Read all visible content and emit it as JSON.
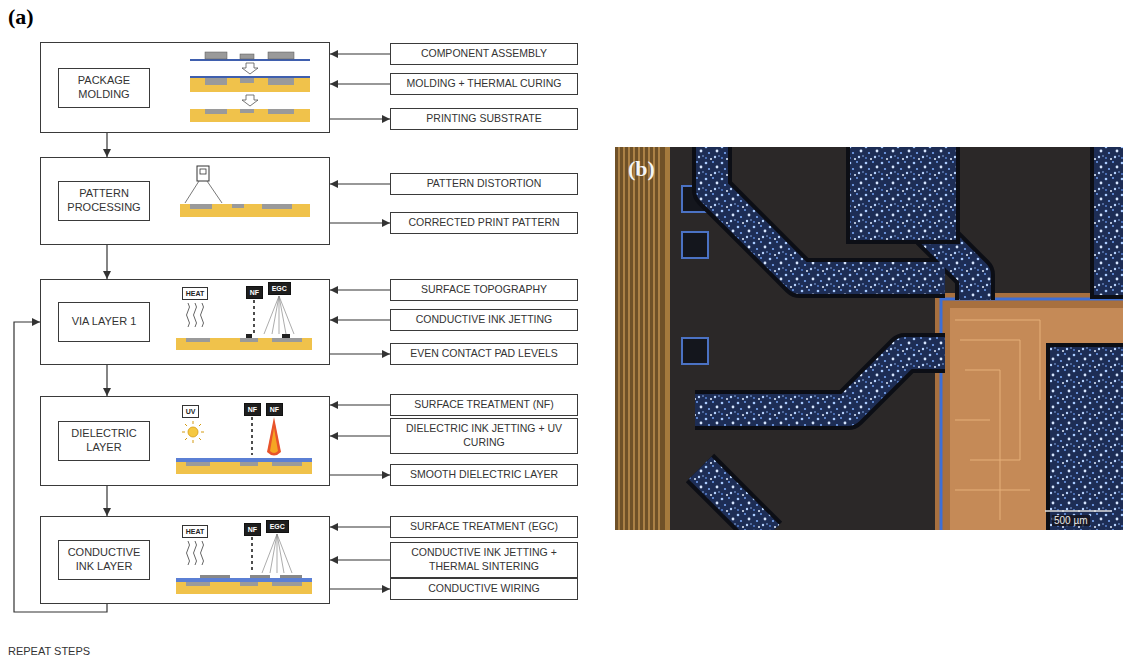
{
  "diagram": {
    "nodes": [
      {
        "text": [
          "PACKAGE MOLDING"
        ]
      },
      {
        "text": [
          "COMPONENT ASSEMBLY"
        ]
      },
      {
        "text": [
          "MOLDING + THERMAL CURING"
        ]
      },
      {
        "text": [
          "PRINTING SUBSTRATE"
        ]
      },
      {
        "text": [
          "PATTERN PROCESSING"
        ]
      },
      {
        "text": [
          "PATTERN DISTORTION"
        ]
      },
      {
        "text": [
          "CORRECTED PRINT PATTERN"
        ]
      },
      {
        "text": [
          "VIA LAYER 1"
        ]
      },
      {
        "text": [
          "HEAT"
        ],
        "in": 7
      },
      {
        "text": [
          "NF"
        ],
        "in": 7
      },
      {
        "text": [
          "EGC"
        ],
        "in": 7
      },
      {
        "text": [
          "SURFACE TOPOGRAPHY"
        ]
      },
      {
        "text": [
          "CONDUCTIVE INK JETTING"
        ]
      },
      {
        "text": [
          "EVEN CONTACT PAD LEVELS"
        ]
      },
      {
        "text": [
          "DIELECTRIC LAYER"
        ]
      },
      {
        "text": [
          "UV"
        ],
        "in": 14
      },
      {
        "text": [
          "NF"
        ],
        "in": 14
      },
      {
        "text": [
          "NF"
        ],
        "in": 14
      },
      {
        "text": [
          "SURFACE TREATMENT (NF)"
        ]
      },
      {
        "text": [
          "DIELECTRIC INK JETTING + UV CURING"
        ]
      },
      {
        "text": [
          "SMOOTH DIELECTRIC LAYER"
        ]
      },
      {
        "text": [
          "CONDUCTIVE INK LAYER"
        ]
      },
      {
        "text": [
          "HEAT"
        ],
        "in": 21
      },
      {
        "text": [
          "NF"
        ],
        "in": 21
      },
      {
        "text": [
          "EGC"
        ],
        "in": 21
      },
      {
        "text": [
          "SURFACE TREATMENT (EGC)"
        ]
      },
      {
        "text": [
          "CONDUCTIVE INK JETTING + THERMAL SINTERING"
        ]
      },
      {
        "text": [
          "CONDUCTIVE WIRING"
        ]
      }
    ],
    "edges": [
      {
        "from": 0,
        "to": 4,
        "arrow": "to"
      },
      {
        "from": 4,
        "to": 7,
        "arrow": "to"
      },
      {
        "from": 7,
        "to": 14,
        "arrow": "to"
      },
      {
        "from": 14,
        "to": 21,
        "arrow": "to"
      },
      {
        "from": 21,
        "to": 7,
        "arrow": "to",
        "label": "REPEAT STEPS"
      },
      {
        "from": 1,
        "to": 0,
        "arrow": "to"
      },
      {
        "from": 2,
        "to": 0,
        "arrow": "to"
      },
      {
        "from": 0,
        "to": 3,
        "arrow": "to"
      },
      {
        "from": 5,
        "to": 4,
        "arrow": "to"
      },
      {
        "from": 4,
        "to": 6,
        "arrow": "to"
      },
      {
        "from": 11,
        "to": 7,
        "arrow": "to"
      },
      {
        "from": 12,
        "to": 7,
        "arrow": "to"
      },
      {
        "from": 7,
        "to": 13,
        "arrow": "to"
      },
      {
        "from": 18,
        "to": 14,
        "arrow": "to"
      },
      {
        "from": 19,
        "to": 14,
        "arrow": "to"
      },
      {
        "from": 14,
        "to": 20,
        "arrow": "to"
      },
      {
        "from": 25,
        "to": 21,
        "arrow": "to"
      },
      {
        "from": 26,
        "to": 21,
        "arrow": "to"
      },
      {
        "from": 21,
        "to": 27,
        "arrow": "to"
      }
    ],
    "labels": [
      "(a)",
      "(b)",
      "500 µm"
    ]
  }
}
